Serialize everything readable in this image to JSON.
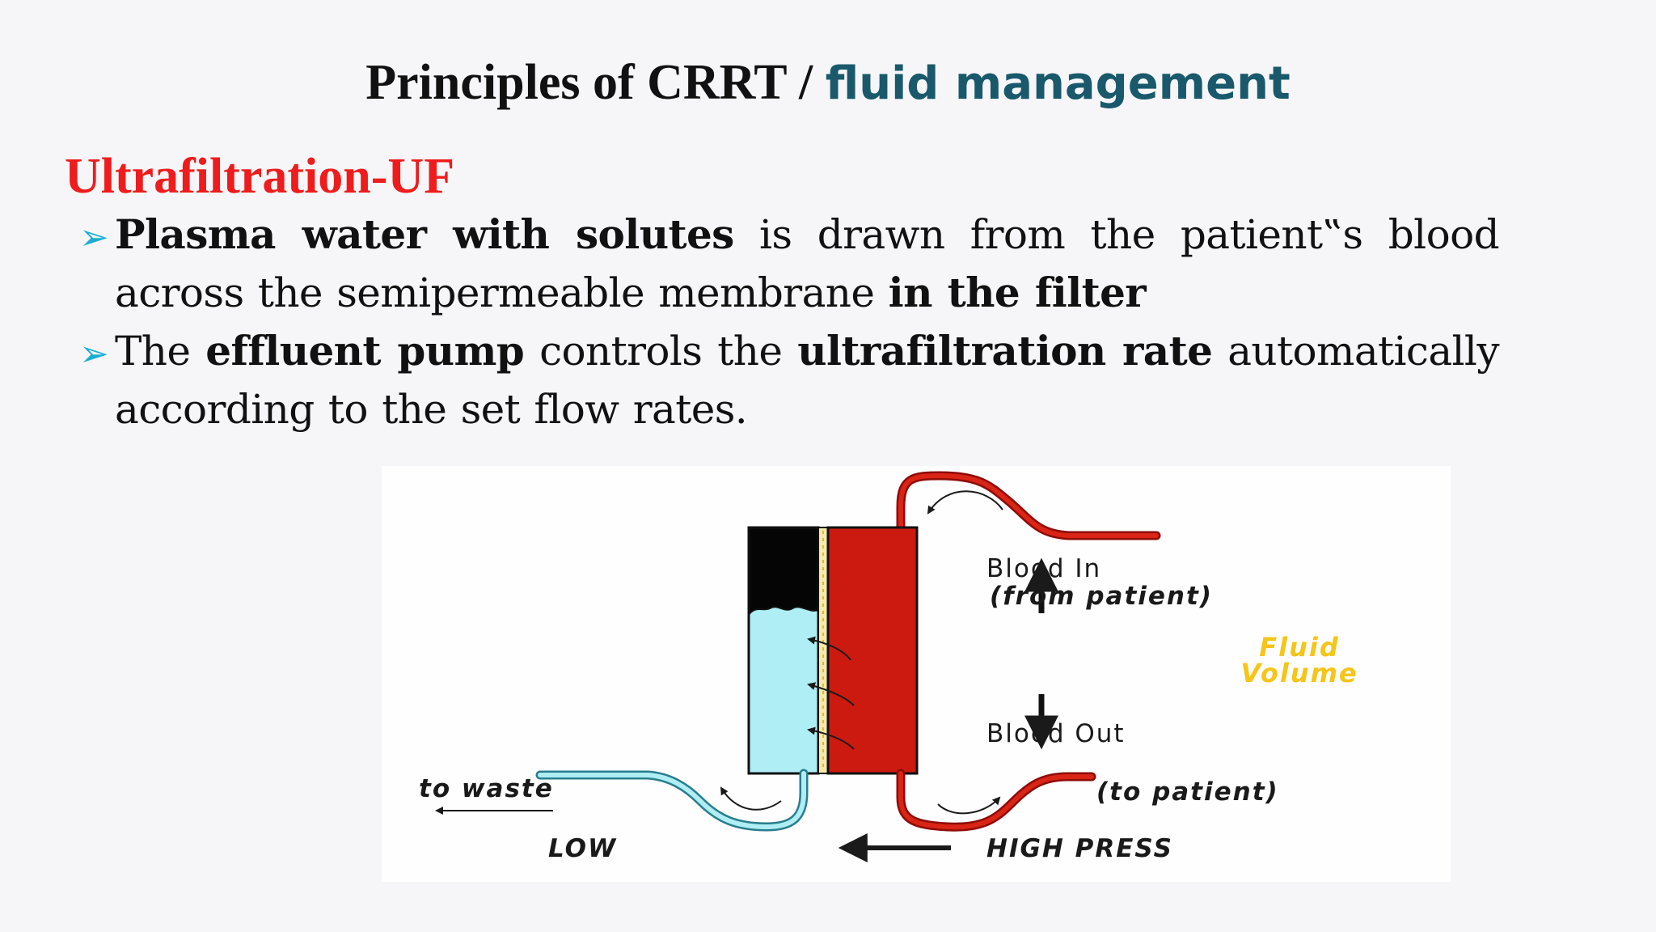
{
  "title": {
    "main": "Principles of CRRT",
    "separator": " / ",
    "accent": "fluid management"
  },
  "section_heading": "Ultrafiltration-UF",
  "bullets": [
    {
      "bold_lead": "Plasma water with solutes",
      "text_1": " is drawn from the patient‟s blood across the semipermeable membrane ",
      "bold_tail": "in the filter"
    },
    {
      "text_1": "The ",
      "bold_1": "effluent pump",
      "text_2": " controls the ",
      "bold_2": "ultrafiltration rate",
      "text_3": " automatically according to the set flow rates."
    }
  ],
  "bullet_marker": "➢",
  "diagram": {
    "blood_in": "Blood In",
    "from_patient": "(from patient)",
    "fluid_line1": "Fluid",
    "fluid_line2": "Volume",
    "blood_out": "Blood Out",
    "to_patient": "(to patient)",
    "to_waste": "to waste",
    "low": "LOW",
    "high_press": "HIGH PRESS"
  },
  "colors": {
    "title_accent": "#19596b",
    "heading_red": "#ee1c1c",
    "bullet_marker": "#1aaed0",
    "blood_red": "#cc1a10",
    "filtrate_blue": "#aeeef4",
    "fluid_yellow": "#f5c518"
  }
}
